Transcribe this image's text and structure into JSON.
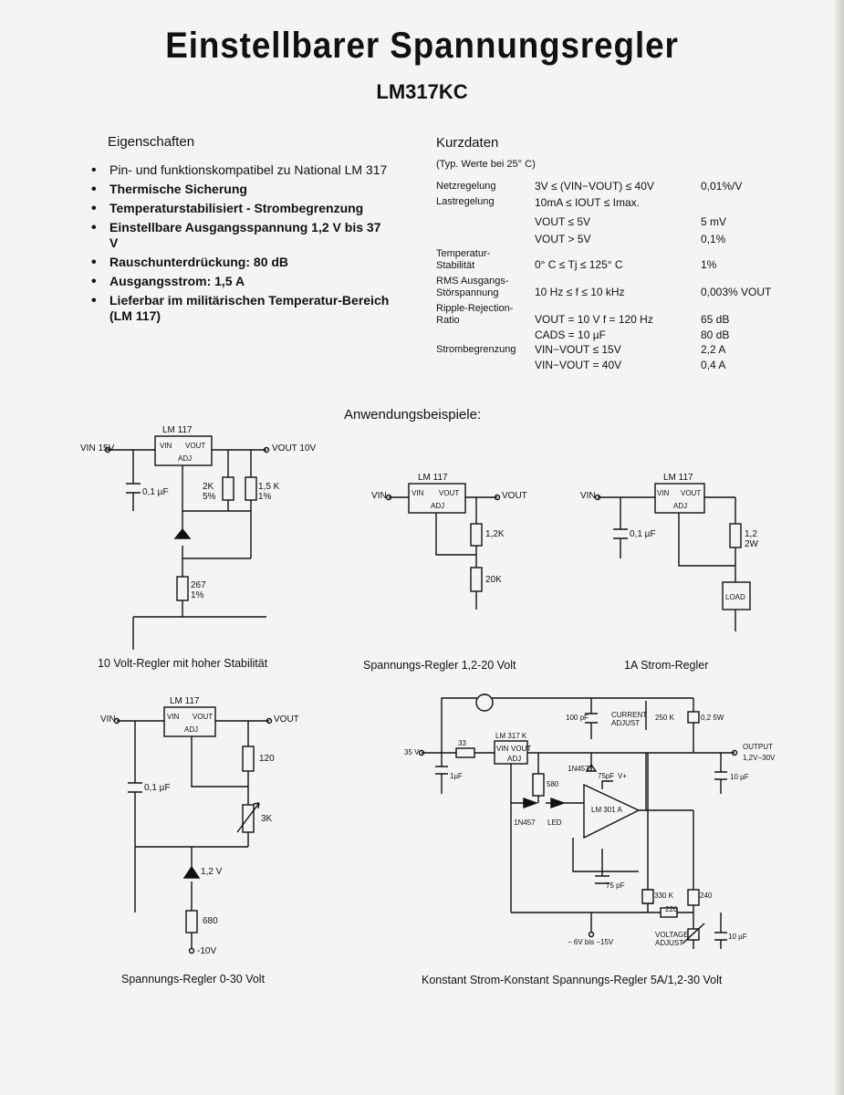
{
  "header": {
    "title": "Einstellbarer Spannungsregler",
    "subtitle": "LM317KC"
  },
  "features": {
    "heading": "Eigenschaften",
    "items": [
      "Pin- und funktionskompatibel zu National LM 317",
      "Thermische Sicherung",
      "Temperaturstabilisiert - Strombegrenzung",
      "Einstellbare Ausgangsspannung 1,2 V bis 37 V",
      "Rauschunterdrückung: 80 dB",
      "Ausgangsstrom: 1,5 A",
      "Lieferbar im militärischen Temperatur-Bereich (LM 117)"
    ]
  },
  "kurzdaten": {
    "heading": "Kurzdaten",
    "note": "(Typ. Werte bei 25° C)",
    "rows": [
      {
        "label": "Netzregelung",
        "cond": "3V ≤ (VIN−VOUT) ≤ 40V",
        "value": "0,01%/V"
      },
      {
        "label": "Lastregelung",
        "cond": "10mA ≤ IOUT ≤ Imax.",
        "value": ""
      },
      {
        "label": "",
        "cond": "VOUT ≤ 5V",
        "value": "5 mV"
      },
      {
        "label": "",
        "cond": "VOUT > 5V",
        "value": "0,1%"
      },
      {
        "label": "Temperatur-Stabilität",
        "cond": "0° C ≤ Tj ≤ 125° C",
        "value": "1%"
      },
      {
        "label": "RMS Ausgangs-Störspannung",
        "cond": "10 Hz ≤ f ≤ 10 kHz",
        "value": "0,003% VOUT"
      },
      {
        "label": "Ripple-Rejection-Ratio",
        "cond": "VOUT = 10 V   f = 120 Hz",
        "value": "65 dB"
      },
      {
        "label": "",
        "cond": "CADS = 10 µF",
        "value": "80 dB"
      },
      {
        "label": "Strombegrenzung",
        "cond": "VIN−VOUT ≤ 15V",
        "value": "2,2 A"
      },
      {
        "label": "",
        "cond": "VIN−VOUT = 40V",
        "value": "0,4 A"
      }
    ]
  },
  "examples": {
    "heading": "Anwendungsbeispiele:",
    "captions": [
      "10 Volt-Regler mit hoher Stabilität",
      "Spannungs-Regler 1,2-20 Volt",
      "1A Strom-Regler",
      "Spannungs-Regler 0-30 Volt",
      "Konstant Strom-Konstant Spannungs-Regler 5A/1,2-30 Volt"
    ]
  },
  "circuit_labels": {
    "lm117": "LM 117",
    "lm317k": "LM 317 K",
    "vin": "VIN",
    "vout": "VOUT",
    "adj": "ADJ",
    "vin15": "VIN 15V",
    "vout10": "VOUT 10V",
    "c01": "0,1 µF",
    "r2k": "2K 5%",
    "r15k": "1,5 K 1%",
    "r267": "267 1%",
    "r12k": "1,2K",
    "r20k": "20K",
    "r12": "1,2 2W",
    "load": "LOAD",
    "r120": "120",
    "r3k": "3K",
    "z12": "1,2 V",
    "r680": "680",
    "m10v": "-10V",
    "v35": "35 V",
    "r33": "33",
    "c1uf": "1µF",
    "r580": "580",
    "d1n457a": "1N457",
    "d1n457b": "1N457",
    "led": "LED",
    "c75a": "75pF",
    "c75b": "75 pF",
    "vplus": "V+",
    "op": "LM 301 A",
    "c100": "100 pF",
    "cur": "CURRENT ADJUST",
    "r250k": "250 K",
    "r02": "0,2 5W",
    "out1": "OUTPUT",
    "out2": "1,2V−30V",
    "c10a": "10 µF",
    "r330k": "330 K",
    "r240": "240",
    "r220": "220",
    "vadj": "VOLTAGE ADJUST",
    "c10b": "10 µF",
    "neg": "− 6V bis −15V"
  },
  "colors": {
    "paper": "#f4f4f2",
    "ink": "#111111"
  }
}
